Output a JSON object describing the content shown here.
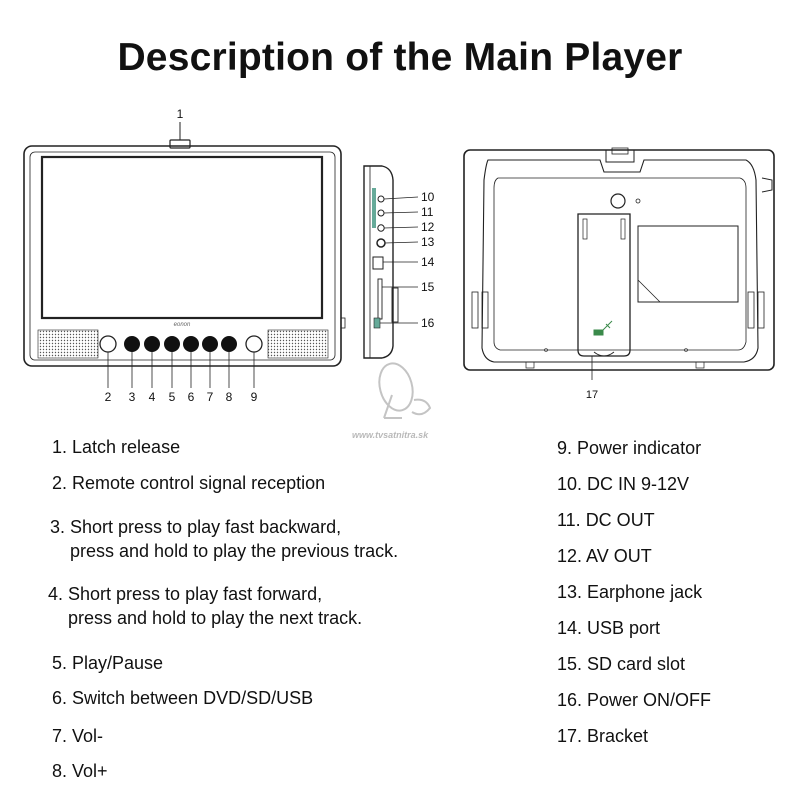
{
  "title": "Description of the Main Player",
  "callouts": {
    "c1": "1",
    "c2": "2",
    "c3": "3",
    "c4": "4",
    "c5": "5",
    "c6": "6",
    "c7": "7",
    "c8": "8",
    "c9": "9",
    "c10": "10",
    "c11": "11",
    "c12": "12",
    "c13": "13",
    "c14": "14",
    "c15": "15",
    "c16": "16",
    "c17": "17"
  },
  "brand_logo": "eonon",
  "watermark": "www.tvsatnitra.sk",
  "left_items": [
    {
      "line1": "1. Latch release"
    },
    {
      "line1": "2. Remote control signal reception"
    },
    {
      "line1": "3. Short press to play fast backward,",
      "line2": "press and hold to play the previous track."
    },
    {
      "line1": "4. Short press to play fast forward,",
      "line2": "press and hold to play the next track."
    },
    {
      "line1": "5. Play/Pause"
    },
    {
      "line1": "6. Switch between DVD/SD/USB"
    },
    {
      "line1": "7. Vol-"
    },
    {
      "line1": "8. Vol+"
    }
  ],
  "right_items": [
    "9. Power indicator",
    "10. DC IN 9-12V",
    "11. DC OUT",
    "12. AV OUT",
    "13. Earphone jack",
    "14. USB port",
    "15. SD card slot",
    "16. Power ON/OFF",
    "17. Bracket"
  ]
}
